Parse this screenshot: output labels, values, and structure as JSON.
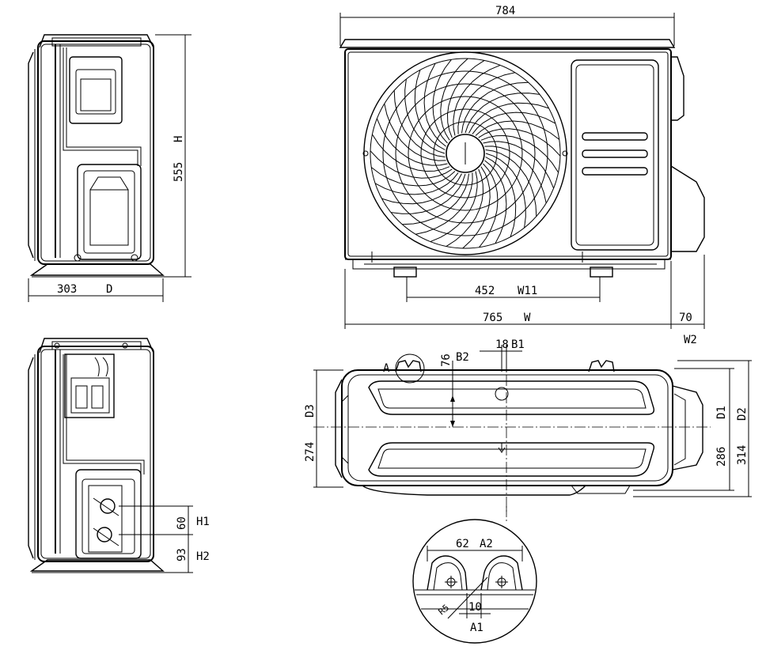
{
  "dimensions": {
    "top_width": "784",
    "height_value": "555",
    "height_code": "H",
    "depth_value": "303",
    "depth_code": "D",
    "w11_value": "452",
    "w11_code": "W11",
    "w_value": "765",
    "w_code": "W",
    "w2_value": "70",
    "w2_code": "W2",
    "b2_value": "76",
    "b2_code": "B2",
    "b1_value": "18",
    "b1_code": "B1",
    "detail_label": "A",
    "d3_code": "D3",
    "d3_value": "274",
    "d1_code": "D1",
    "d1_value": "286",
    "d2_code": "D2",
    "d2_value": "314",
    "h1_value": "60",
    "h1_code": "H1",
    "h2_value": "93",
    "h2_code": "H2",
    "a2_value": "62",
    "a2_code": "A2",
    "a1_value": "10",
    "a1_code": "A1",
    "radius_value": "R5"
  }
}
